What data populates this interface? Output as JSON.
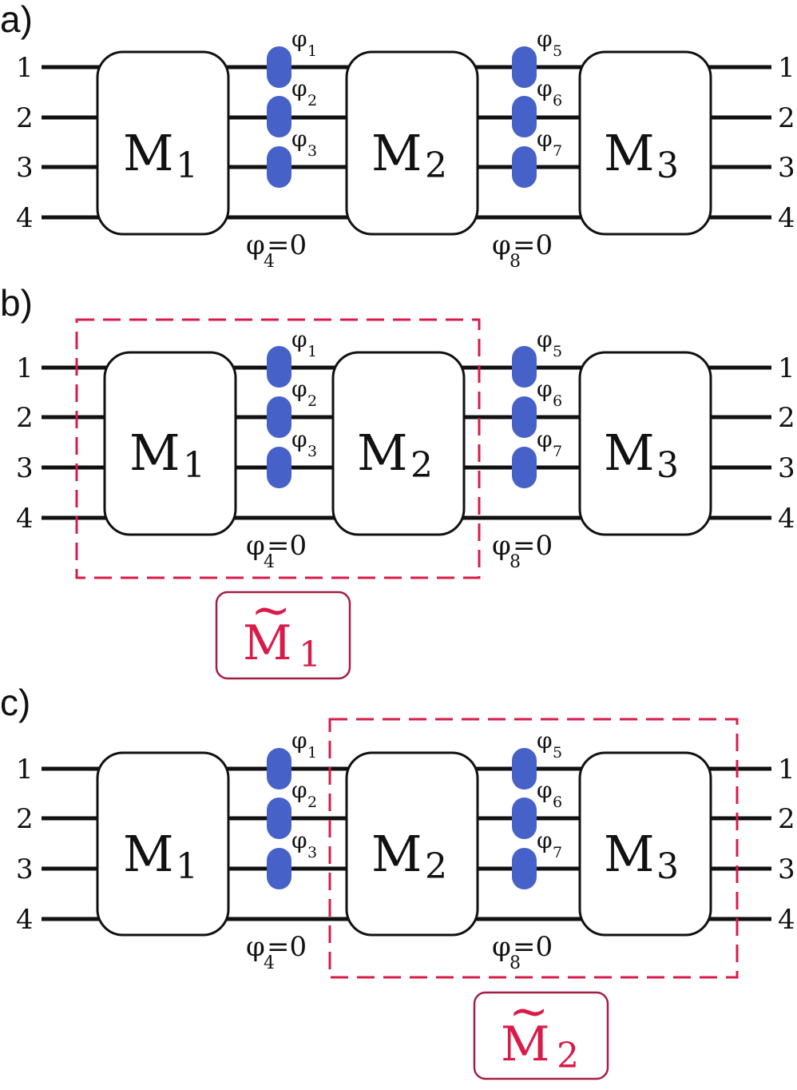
{
  "colors": {
    "line": "#111111",
    "shifter": "#4662c8",
    "highlight": "#d81b4a",
    "tag_border": "#a51d45"
  },
  "panels": [
    {
      "label": "a)",
      "ports": [
        "1",
        "2",
        "3",
        "4"
      ],
      "blocks": [
        {
          "letter": "M",
          "index": "1"
        },
        {
          "letter": "M",
          "index": "2"
        },
        {
          "letter": "M",
          "index": "3"
        }
      ],
      "shifters_1": [
        {
          "symbol": "φ",
          "index": "1"
        },
        {
          "symbol": "φ",
          "index": "2"
        },
        {
          "symbol": "φ",
          "index": "3"
        }
      ],
      "shifters_2": [
        {
          "symbol": "φ",
          "index": "5"
        },
        {
          "symbol": "φ",
          "index": "6"
        },
        {
          "symbol": "φ",
          "index": "7"
        }
      ],
      "zero_1": {
        "symbol": "φ",
        "index": "4",
        "value": "=0"
      },
      "zero_2": {
        "symbol": "φ",
        "index": "8",
        "value": "=0"
      },
      "group": null
    },
    {
      "label": "b)",
      "ports": [
        "1",
        "2",
        "3",
        "4"
      ],
      "blocks": [
        {
          "letter": "M",
          "index": "1"
        },
        {
          "letter": "M",
          "index": "2"
        },
        {
          "letter": "M",
          "index": "3"
        }
      ],
      "shifters_1": [
        {
          "symbol": "φ",
          "index": "1"
        },
        {
          "symbol": "φ",
          "index": "2"
        },
        {
          "symbol": "φ",
          "index": "3"
        }
      ],
      "shifters_2": [
        {
          "symbol": "φ",
          "index": "5"
        },
        {
          "symbol": "φ",
          "index": "6"
        },
        {
          "symbol": "φ",
          "index": "7"
        }
      ],
      "zero_1": {
        "symbol": "φ",
        "index": "4",
        "value": "=0"
      },
      "zero_2": {
        "symbol": "φ",
        "index": "8",
        "value": "=0"
      },
      "group": {
        "letter": "M",
        "tilde": "~",
        "index": "1"
      }
    },
    {
      "label": "c)",
      "ports": [
        "1",
        "2",
        "3",
        "4"
      ],
      "blocks": [
        {
          "letter": "M",
          "index": "1"
        },
        {
          "letter": "M",
          "index": "2"
        },
        {
          "letter": "M",
          "index": "3"
        }
      ],
      "shifters_1": [
        {
          "symbol": "φ",
          "index": "1"
        },
        {
          "symbol": "φ",
          "index": "2"
        },
        {
          "symbol": "φ",
          "index": "3"
        }
      ],
      "shifters_2": [
        {
          "symbol": "φ",
          "index": "5"
        },
        {
          "symbol": "φ",
          "index": "6"
        },
        {
          "symbol": "φ",
          "index": "7"
        }
      ],
      "zero_1": {
        "symbol": "φ",
        "index": "4",
        "value": "=0"
      },
      "zero_2": {
        "symbol": "φ",
        "index": "8",
        "value": "=0"
      },
      "group": {
        "letter": "M",
        "tilde": "~",
        "index": "2"
      }
    }
  ]
}
